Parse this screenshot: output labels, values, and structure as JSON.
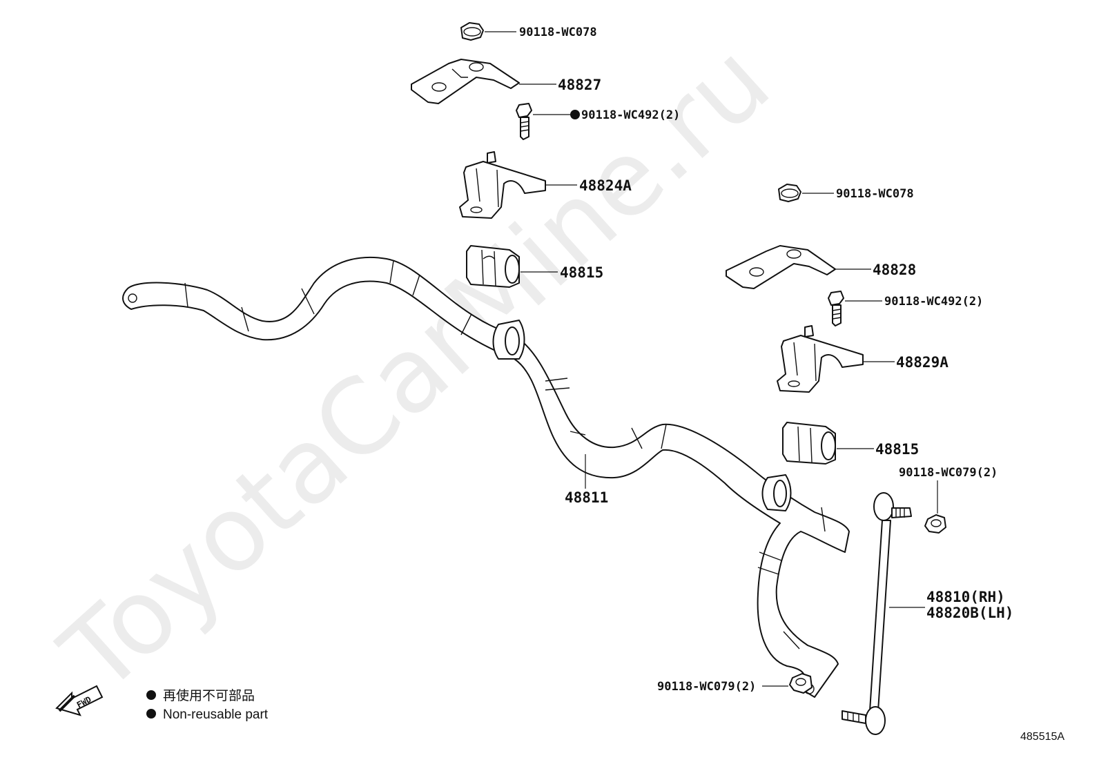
{
  "watermark": "ToyotaCarMine.ru",
  "diagram_code": "485515A",
  "fwd_label": "FWD",
  "legend": {
    "line_cn": "再使用不可部品",
    "line_en": "Non-reusable part"
  },
  "callouts": {
    "nut_top_left": "90118-WC078",
    "bracket_left": "48827",
    "bolt_left": "90118-WC492(2)",
    "clamp_left": "48824A",
    "bushing_left": "48815",
    "nut_top_right": "90118-WC078",
    "bracket_right": "48828",
    "bolt_right": "90118-WC492(2)",
    "clamp_right": "48829A",
    "bushing_right": "48815",
    "link_nut_upper": "90118-WC079(2)",
    "stabilizer_bar": "48811",
    "link_rh": "48810(RH)",
    "link_lh": "48820B(LH)",
    "link_nut_lower": "90118-WC079(2)"
  }
}
